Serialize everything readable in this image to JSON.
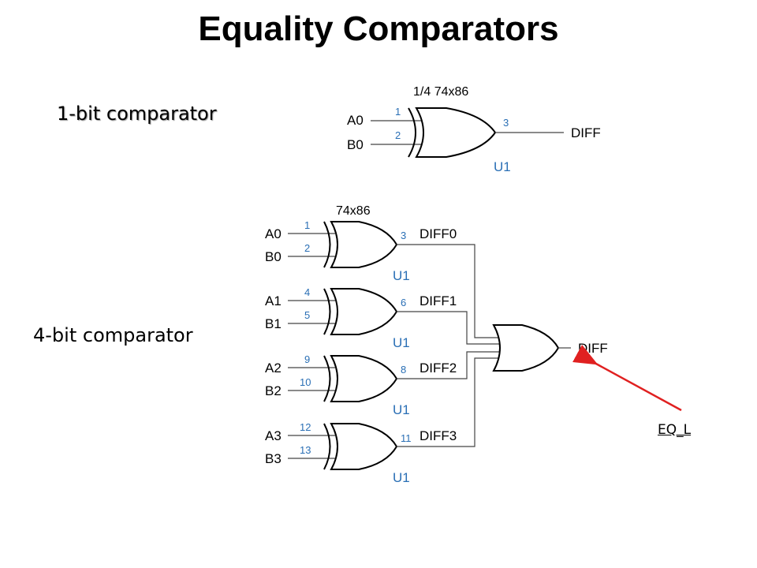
{
  "title": "Equality Comparators",
  "labels": {
    "one_bit": "1-bit comparator",
    "four_bit": "4-bit comparator",
    "eq_l": "EQ_L"
  },
  "one_bit_circuit": {
    "part": "1/4 74x86",
    "inputs": [
      "A0",
      "B0"
    ],
    "input_pins": [
      "1",
      "2"
    ],
    "output_pin": "3",
    "output": "DIFF",
    "unit": "U1"
  },
  "four_bit_circuit": {
    "part": "74x86",
    "gates": [
      {
        "a": "A0",
        "b": "B0",
        "pin_a": "1",
        "pin_b": "2",
        "pin_out": "3",
        "out": "DIFF0",
        "unit": "U1"
      },
      {
        "a": "A1",
        "b": "B1",
        "pin_a": "4",
        "pin_b": "5",
        "pin_out": "6",
        "out": "DIFF1",
        "unit": "U1"
      },
      {
        "a": "A2",
        "b": "B2",
        "pin_a": "9",
        "pin_b": "10",
        "pin_out": "8",
        "out": "DIFF2",
        "unit": "U1"
      },
      {
        "a": "A3",
        "b": "B3",
        "pin_a": "12",
        "pin_b": "13",
        "pin_out": "11",
        "out": "DIFF3",
        "unit": "U1"
      }
    ],
    "output": "DIFF"
  },
  "colors": {
    "pin": "#2a6fb5",
    "arrow": "#e02020"
  }
}
